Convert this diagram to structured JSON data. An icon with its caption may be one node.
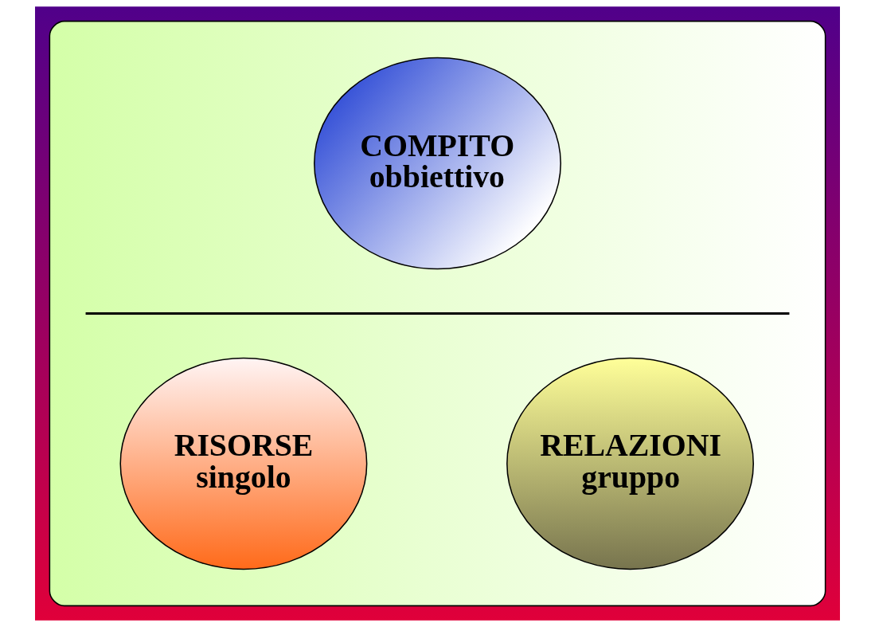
{
  "diagram": {
    "nodes": [
      {
        "text": [],
        "shape": "ellipse"
      },
      {
        "text": [
          "COMPITO",
          "obbiettivo"
        ],
        "in": 0
      },
      {
        "text": [
          "RISORSE",
          "singolo"
        ],
        "in": 0
      },
      {
        "text": [
          "RELAZIONI",
          "gruppo"
        ],
        "in": 0
      }
    ],
    "edges": []
  }
}
